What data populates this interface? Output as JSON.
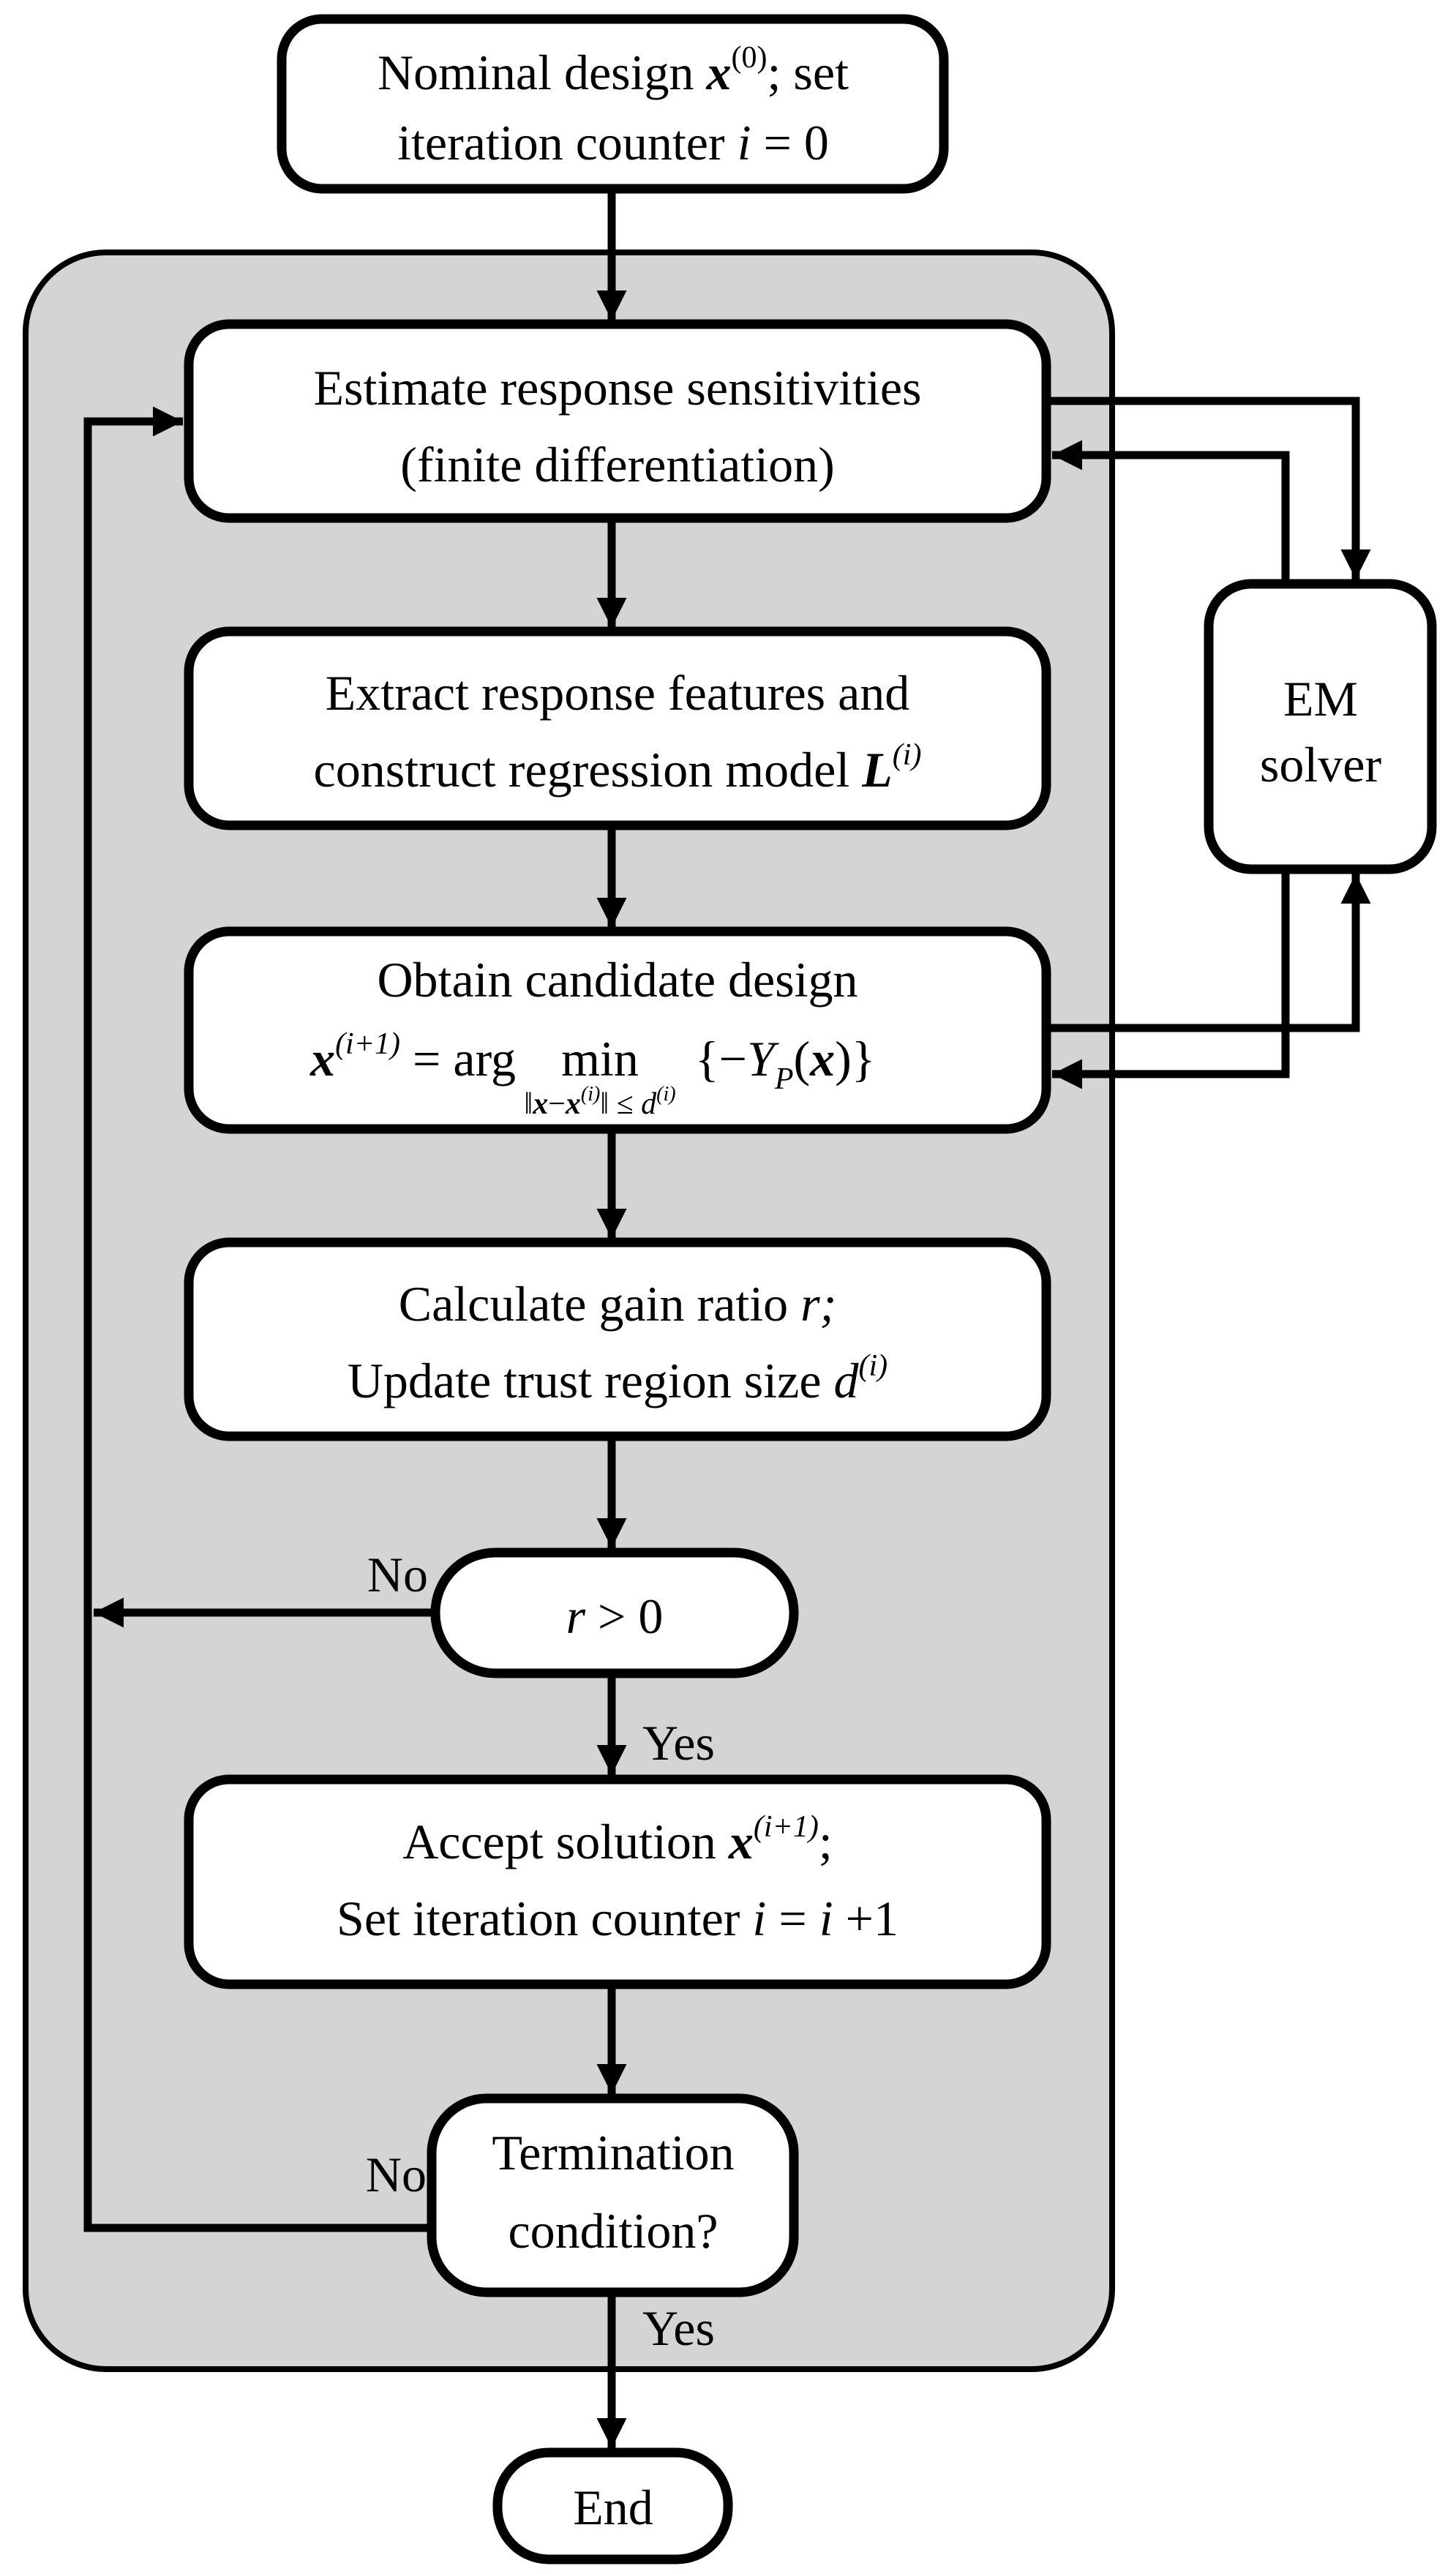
{
  "nodes": {
    "start": {
      "t1": "Nominal design ",
      "x": "x",
      "sup": "(0)",
      "t2": "; set",
      "t3": "iteration counter ",
      "i": "i",
      "t4": " = 0"
    },
    "estimate": {
      "l1": "Estimate response sensitivities",
      "l2": "(finite differentiation)"
    },
    "extract": {
      "l1": "Extract response features and",
      "l2": "construct regression model ",
      "L": "L",
      "sup": "(i)"
    },
    "obtain": {
      "l1": "Obtain candidate design",
      "x1": "x",
      "sup1": "(i+1)",
      "eq": " = arg",
      "min": "min",
      "open": "{−",
      "Y": "Y",
      "P": "P",
      "par": "(",
      "x2": "x",
      "close": ")}",
      "n1": "‖",
      "cx1": "x",
      "minus": "−",
      "cx2": "x",
      "csup1": "(i)",
      "n2": "‖ ≤ ",
      "d": "d",
      "csup2": "(i)"
    },
    "calculate": {
      "l1": "Calculate gain ratio ",
      "r": "r;",
      "l2": "Update trust region size ",
      "d": "d",
      "sup": "(i)"
    },
    "decision": {
      "r": "r",
      "cmp": " > 0"
    },
    "accept": {
      "l1": "Accept solution ",
      "x": "x",
      "sup": "(i+1)",
      "semi": ";",
      "l2": "Set iteration counter ",
      "i1": "i",
      "eq": " = ",
      "i2": "i",
      "plus": " +1"
    },
    "termination": {
      "l1": "Termination",
      "l2": "condition?"
    },
    "em": {
      "l1": "EM",
      "l2": "solver"
    },
    "end": {
      "label": "End"
    }
  },
  "labels": {
    "no1": "No",
    "yes1": "Yes",
    "no2": "No",
    "yes2": "Yes"
  },
  "colors": {
    "container": "#d4d4d4",
    "node": "#ffffff",
    "line": "#000000"
  }
}
